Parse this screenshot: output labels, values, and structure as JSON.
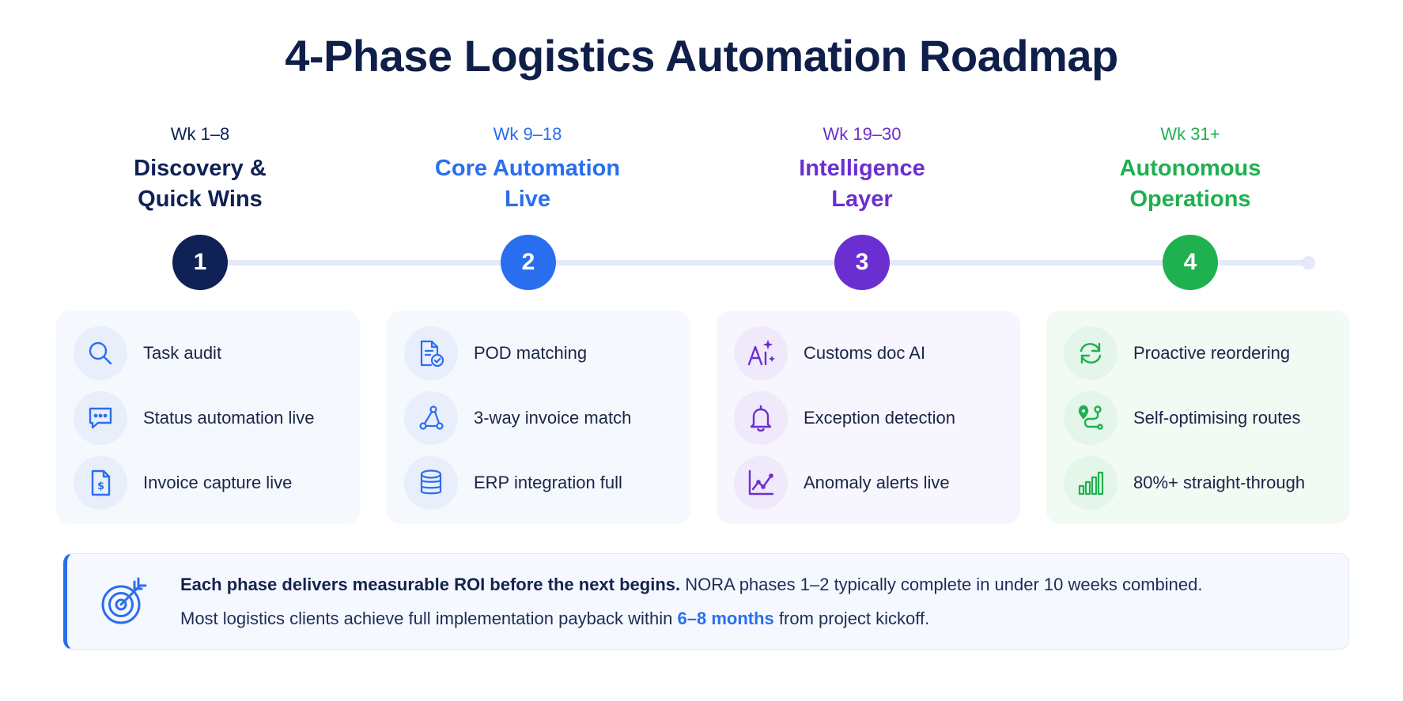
{
  "title": "4-Phase Logistics Automation Roadmap",
  "colors": {
    "phase1": "#0f2155",
    "phase2": "#2a6ef0",
    "phase3": "#6b2fd1",
    "phase4": "#1fb04f",
    "accent": "#2a6ef0",
    "timeline": "#e4e9f9"
  },
  "phases": [
    {
      "number": "1",
      "week": "Wk 1–8",
      "name_line1": "Discovery &",
      "name_line2": "Quick Wins",
      "items": [
        {
          "icon": "search-icon",
          "label": "Task audit"
        },
        {
          "icon": "chat-icon",
          "label": "Status automation live"
        },
        {
          "icon": "invoice-icon",
          "label": "Invoice capture live"
        }
      ]
    },
    {
      "number": "2",
      "week": "Wk 9–18",
      "name_line1": "Core Automation",
      "name_line2": "Live",
      "items": [
        {
          "icon": "document-check-icon",
          "label": "POD matching"
        },
        {
          "icon": "network-icon",
          "label": "3-way invoice match"
        },
        {
          "icon": "database-icon",
          "label": "ERP integration full"
        }
      ]
    },
    {
      "number": "3",
      "week": "Wk 19–30",
      "name_line1": "Intelligence",
      "name_line2": "Layer",
      "items": [
        {
          "icon": "ai-sparkle-icon",
          "label": "Customs doc AI"
        },
        {
          "icon": "bell-icon",
          "label": "Exception detection"
        },
        {
          "icon": "line-chart-icon",
          "label": "Anomaly alerts live"
        }
      ]
    },
    {
      "number": "4",
      "week": "Wk 31+",
      "name_line1": "Autonomous",
      "name_line2": "Operations",
      "items": [
        {
          "icon": "refresh-icon",
          "label": "Proactive reordering"
        },
        {
          "icon": "route-icon",
          "label": "Self-optimising routes"
        },
        {
          "icon": "bar-chart-icon",
          "label": "80%+ straight-through"
        }
      ]
    }
  ],
  "banner": {
    "icon": "target-icon",
    "line1_bold": "Each phase delivers measurable ROI before the next begins.",
    "line1_rest": " NORA phases 1–2 typically complete in under 10 weeks combined.",
    "line2_before": "Most logistics clients achieve full implementation payback within ",
    "line2_highlight": "6–8 months",
    "line2_after": " from project kickoff."
  }
}
